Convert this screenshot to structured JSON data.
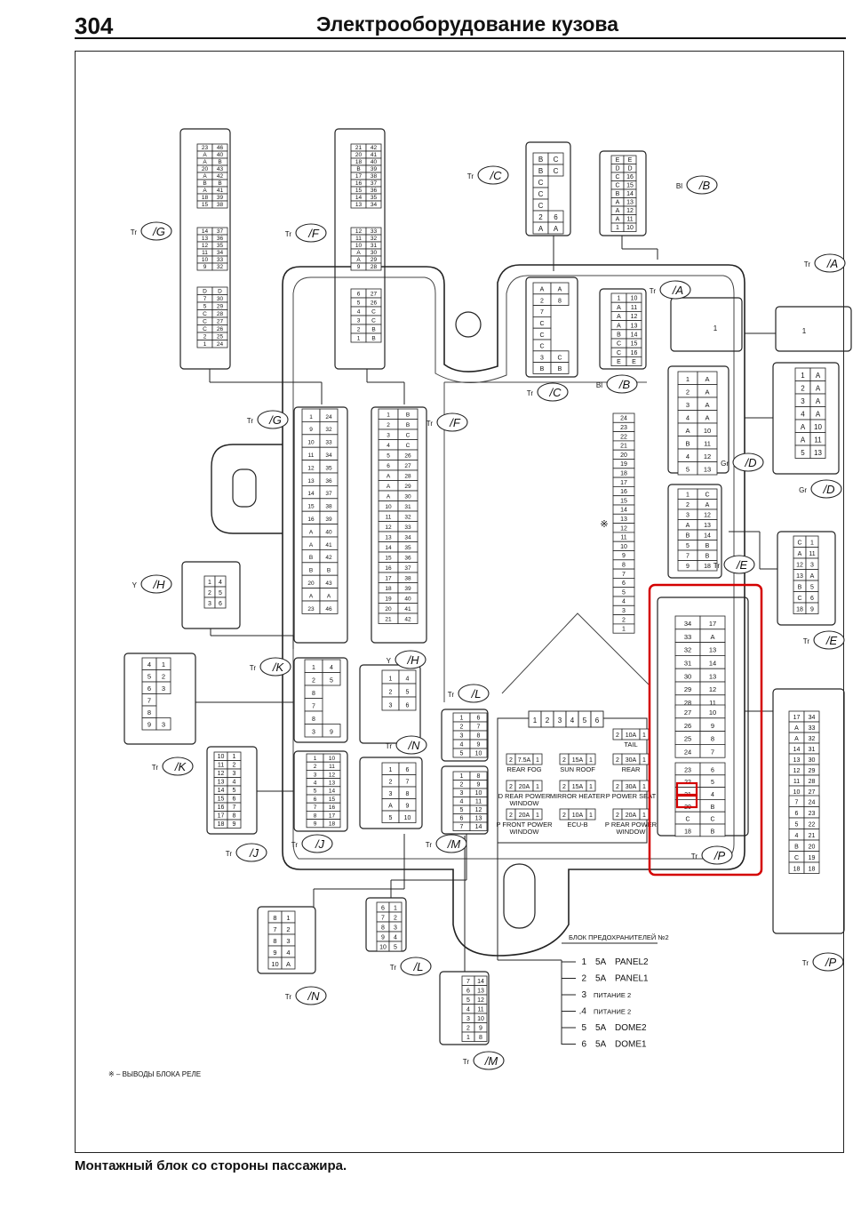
{
  "header": {
    "page_number": "304",
    "title": "Электрооборудование кузова"
  },
  "caption": "Монтажный блок со стороны пассажира.",
  "connectors": {
    "G": {
      "label": "G",
      "prefix": "Tr"
    },
    "F": {
      "label": "F",
      "prefix": "Tr"
    },
    "C": {
      "label": "C",
      "prefix": "Tr"
    },
    "B": {
      "label": "B",
      "prefix": "Bl"
    },
    "A": {
      "label": "A",
      "prefix": "Tr"
    },
    "D": {
      "label": "D",
      "prefix": "Gr"
    },
    "E": {
      "label": "E",
      "prefix": "Tr"
    },
    "H": {
      "label": "H",
      "prefix": "Y"
    },
    "K": {
      "label": "K",
      "prefix": "Tr"
    },
    "J": {
      "label": "J",
      "prefix": "Tr"
    },
    "N": {
      "label": "N",
      "prefix": "Tr"
    },
    "L": {
      "label": "L",
      "prefix": "Tr"
    },
    "M": {
      "label": "M",
      "prefix": "Tr"
    },
    "P": {
      "label": "P",
      "prefix": "Tr"
    }
  },
  "pins": {
    "G_top": [
      "23 46",
      "A 40",
      "A B",
      "20 43",
      "A 42",
      "B B",
      "A 41",
      "18 39",
      "15 38"
    ],
    "G_mid": [
      "14 37",
      "13 36",
      "12 35",
      "11 34",
      "10 33",
      "9 32"
    ],
    "G_bot": [
      "D D",
      "7 30",
      "5 29",
      "C 28",
      "C 27",
      "C 26",
      "2 25",
      "1 24"
    ],
    "F_top": [
      "21 42",
      "20 41",
      "18 40",
      "B 39",
      "17 38",
      "16 37",
      "15 36",
      "14 35",
      "13 34"
    ],
    "F_mid": [
      "12 33",
      "11 32",
      "10 31",
      "A 30",
      "A 29",
      "9 28"
    ],
    "F_bot": [
      "6 27",
      "5 26",
      "4 C",
      "3 C",
      "2 B",
      "1 B"
    ],
    "C_top": [
      "B C",
      "B C",
      "C",
      "C",
      "C",
      "2 6",
      "A A"
    ],
    "B_top": [
      "E E",
      "D D",
      "C 16",
      "C 15",
      "B 14",
      "A 13",
      "A 12",
      "A 11",
      "1 10"
    ],
    "box_G_col": [
      "1 24",
      "9 32",
      "10 33",
      "11 34",
      "12 35",
      "13 36",
      "14 37",
      "15 38",
      "16 39",
      "A 40",
      "A 41",
      "B 42",
      "B B",
      "20 43",
      "A A",
      "23 46"
    ],
    "box_F_col": [
      "1 B",
      "2 B",
      "3 C",
      "4 C",
      "5 26",
      "6 27",
      "A 28",
      "A 29",
      "A 30",
      "10 31",
      "11 32",
      "12 33",
      "13 34",
      "14 35",
      "15 36",
      "16 37",
      "17 38",
      "18 39",
      "19 40",
      "20 41",
      "21 42"
    ],
    "box_C": [
      "A A",
      "2 8",
      "7",
      "C",
      "C",
      "C",
      "3 C",
      "B B"
    ],
    "box_B": [
      "1 10",
      "A 11",
      "A 12",
      "A 13",
      "B 14",
      "C 15",
      "C 16",
      "E E"
    ],
    "box_D": [
      "1 A",
      "2 A",
      "3 A",
      "4 A",
      "A 10",
      "B 11",
      "4 12",
      "5 13"
    ],
    "box_E": [
      "1 C",
      "2 A",
      "3 12",
      "A 13",
      "B 14",
      "5 B",
      "7 B",
      "9 18"
    ],
    "box_P": [
      "34 17",
      "33 A",
      "32 13",
      "31 14",
      "30 13",
      "29 12",
      "28 11",
      "27 10",
      "26 9",
      "25 8",
      "24 7",
      "23 6",
      "22 5",
      "21 4",
      "20 B",
      "C C",
      "18 B"
    ],
    "relay": [
      "24",
      "23",
      "22",
      "21",
      "20",
      "19",
      "18",
      "17",
      "16",
      "15",
      "14",
      "13",
      "12",
      "11",
      "10",
      "9",
      "8",
      "7",
      "6",
      "5",
      "4",
      "3",
      "2",
      "1"
    ],
    "box_K": [
      "1 4",
      "2 5",
      "8",
      "7",
      "8",
      "3 9"
    ],
    "box_H": [
      "1 4",
      "2 5",
      "3 6"
    ],
    "box_N": [
      "1 6",
      "2 7",
      "3 8",
      "A 9",
      "5 10"
    ],
    "box_J": [
      "1 10",
      "2 11",
      "3 12",
      "4 13",
      "5 14",
      "6 15",
      "7 16",
      "8 17",
      "9 18"
    ],
    "box_L": [
      "1 6",
      "2 7",
      "3 8",
      "4 9",
      "5 10"
    ],
    "box_M": [
      "1 8",
      "2 9",
      "3 10",
      "4 11",
      "5 12",
      "6 13",
      "7 14"
    ],
    "ext_A": [
      "1"
    ],
    "ext_D": [
      "1 A",
      "2 A",
      "3 A",
      "4 A",
      "A 10",
      "A 11",
      "5 13"
    ],
    "ext_E": [
      "C 1",
      "A 11",
      "12 3",
      "13 A",
      "B 5",
      "C 6",
      "18 9"
    ],
    "ext_H": [
      "1 4",
      "2 5",
      "3 6"
    ],
    "ext_K": [
      "4 1",
      "5 2",
      "6 3",
      "7",
      "8",
      "9 3"
    ],
    "ext_J": [
      "10 1",
      "11 2",
      "12 3",
      "13 4",
      "14 5",
      "15 6",
      "16 7",
      "17 8",
      "18 9"
    ],
    "ext_N": [
      "8 1",
      "7 2",
      "8 3",
      "9 4",
      "10 A"
    ],
    "ext_L": [
      "6 1",
      "7 2",
      "8 3",
      "9 4",
      "10 5"
    ],
    "ext_M": [
      "7 14",
      "6 13",
      "5 12",
      "4 11",
      "3 10",
      "2 9",
      "1 8"
    ],
    "ext_P": [
      "17 34",
      "A 33",
      "A 32",
      "14 31",
      "13 30",
      "12 29",
      "11 28",
      "10 27",
      "9 26",
      "8 25",
      "7 24",
      "6 23",
      "5 22",
      "4 21",
      "B 20",
      "C 19",
      "18 18"
    ]
  },
  "fuses": {
    "top_row": [
      "1",
      "2",
      "3",
      "4",
      "5",
      "6"
    ],
    "items": [
      {
        "amp": "10A",
        "name": "TAIL",
        "pins": "2 1"
      },
      {
        "amp": "7.5A",
        "name": "REAR FOG",
        "pins": "2 1"
      },
      {
        "amp": "15A",
        "name": "SUN ROOF",
        "pins": "2 1"
      },
      {
        "amp": "30A",
        "name": "REAR",
        "pins": "2 1"
      },
      {
        "amp": "20A",
        "name": "D REAR POWER WINDOW",
        "pins": "2 1"
      },
      {
        "amp": "15A",
        "name": "MIRROR HEATER",
        "pins": "2 1"
      },
      {
        "amp": "30A",
        "name": "P POWER SEAT",
        "pins": "2 1"
      },
      {
        "amp": "20A",
        "name": "P FRONT POWER WINDOW",
        "pins": "2 1"
      },
      {
        "amp": "10A",
        "name": "ECU-B",
        "pins": "2 1"
      },
      {
        "amp": "20A",
        "name": "P REAR POWER WINDOW",
        "pins": "2 1"
      }
    ]
  },
  "fuse_block2": {
    "title": "БЛОК ПРЕДОХРАНИТЕЛЕЙ №2",
    "rows": [
      {
        "num": "1",
        "amp": "5A",
        "name": "PANEL2"
      },
      {
        "num": "2",
        "amp": "5A",
        "name": "PANEL1"
      },
      {
        "num": "3",
        "amp": "",
        "name": "ПИТАНИЕ 2"
      },
      {
        "num": ".4",
        "amp": "",
        "name": "ПИТАНИЕ 2"
      },
      {
        "num": "5",
        "amp": "5A",
        "name": "DOME2"
      },
      {
        "num": "6",
        "amp": "5A",
        "name": "DOME1"
      }
    ]
  },
  "footnote": "※ – ВЫВОДЫ БЛОКА РЕЛЕ",
  "relay_mark": "※",
  "highlight_color": "#d40000"
}
